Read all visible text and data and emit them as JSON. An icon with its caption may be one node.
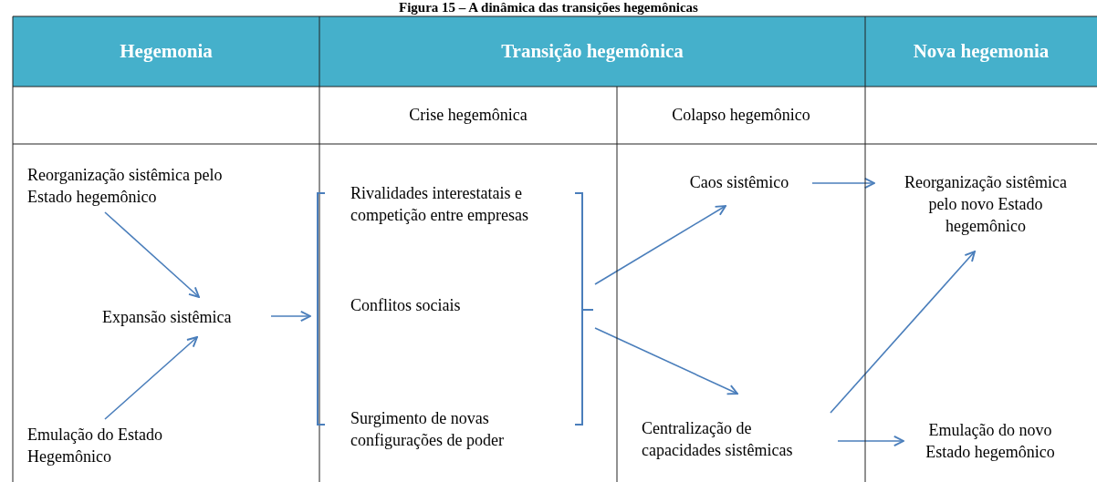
{
  "diagram": {
    "title": "Figura 15 – A dinâmica das transições hegemônicas",
    "nodes": [
      {
        "text": [
          "Reorganização sistêmica pelo Estado hegemônico"
        ]
      },
      {
        "text": [
          "Expansão sistêmica"
        ]
      },
      {
        "text": [
          "Emulação do Estado Hegemônico"
        ]
      },
      {
        "text": [],
        "shape": "bracket"
      },
      {
        "text": [
          "Rivalidades interestatais e competição entre empresas"
        ],
        "in": 3
      },
      {
        "text": [
          "Conflitos sociais"
        ],
        "in": 3
      },
      {
        "text": [
          "Surgimento de novas configurações de poder"
        ],
        "in": 3
      },
      {
        "text": [
          "Caos sistêmico"
        ]
      },
      {
        "text": [
          "Reorganização sistêmica pelo novo Estado hegemônico"
        ]
      },
      {
        "text": [
          "Centralização de capacidades sistêmicas"
        ]
      },
      {
        "text": [
          "Emulação do novo Estado hegemônico"
        ]
      }
    ],
    "edges": [
      {
        "from": 0,
        "to": 1,
        "arrow": "to"
      },
      {
        "from": 2,
        "to": 1,
        "arrow": "to"
      },
      {
        "from": 1,
        "to": 3,
        "arrow": "to"
      },
      {
        "from": 3,
        "to": 7,
        "arrow": "to"
      },
      {
        "from": 3,
        "to": 9,
        "arrow": "to"
      },
      {
        "from": 7,
        "to": 8,
        "arrow": "to"
      },
      {
        "from": 9,
        "to": 8,
        "arrow": "to"
      },
      {
        "from": 9,
        "to": 10,
        "arrow": "to"
      }
    ],
    "labels": [
      "Hegemonia",
      "Transição hegemônica",
      "Nova hegemonia",
      "Crise hegemônica",
      "Colapso hegemônico"
    ]
  }
}
